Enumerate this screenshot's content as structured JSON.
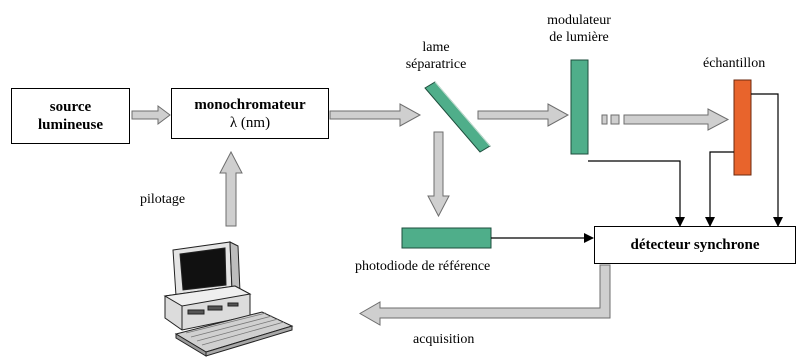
{
  "source": {
    "line1": "source",
    "line2": "lumineuse"
  },
  "monochromateur": {
    "title": "monochromateur",
    "subtitle": "λ (nm)"
  },
  "lame": {
    "line1": "lame",
    "line2": "séparatrice"
  },
  "modulateur": {
    "line1": "modulateur",
    "line2": "de lumière"
  },
  "echantillon": "échantillon",
  "detecteur": "détecteur synchrone",
  "photodiode": "photodiode de référence",
  "pilotage": "pilotage",
  "acquisition": "acquisition",
  "colors": {
    "beam_fill": "#cfcfcf",
    "beam_stroke": "#6e6e6e",
    "green_component": "#4fae8a",
    "orange_component": "#e8642c"
  },
  "icons": [
    "computer-icon",
    "beam-arrow",
    "signal-arrow"
  ]
}
